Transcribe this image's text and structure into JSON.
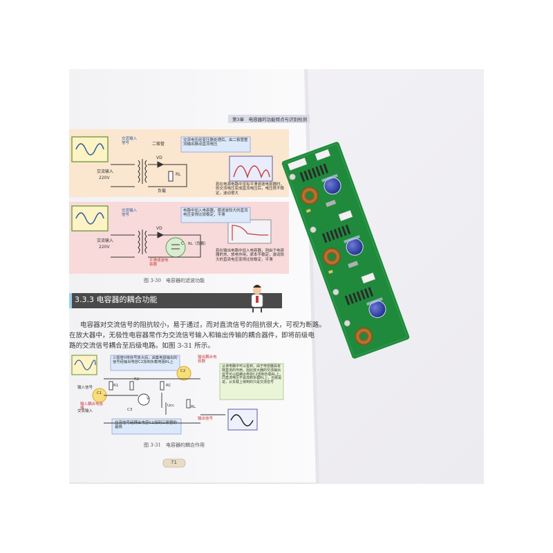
{
  "book": {
    "running_header": "第3章　电容器的功能特点与识别检测",
    "figure_330": {
      "caption": "图 3-30　电容器的滤波功能",
      "top": {
        "ac_input_label": "交流输入",
        "ac_input_voltage": "220V",
        "ac_signal_callout": "交流输入信号",
        "diode_label": "VD",
        "diode_callout": "二极管",
        "load_label": "RL",
        "load_callout": "负载",
        "rectify_callout": "交流电压经变压器处理后，由二极管整流输出脉动直流电压",
        "note": "若在电源电路中没有平滑滤波电容器时，则交流电压变成直流电压后，电压很不稳定，波动很大"
      },
      "bottom": {
        "ac_input_label": "交流输入",
        "ac_input_voltage": "220V",
        "ac_signal_callout": "交流输入信号",
        "diode_label": "VD",
        "load_label": "RL（负载）",
        "cap_label": "C",
        "cap_callout": "平滑滤波电容器",
        "filter_callout": "电路中加入电容器，使滤波较大的直流电压变得比较稳定，平滑",
        "note": "若在输出电路中加入电容器，则由于电容器的充、放电作用，原本不稳定，波动较大的直流电压变得比较稳定，平滑"
      }
    },
    "section": {
      "number": "3.3.3",
      "title": "电容器的耦合功能"
    },
    "paragraph_lines": [
      "电容器对交流信号的阻抗较小，易于通过，而对直流信号的阻抗很大，可视为断路。",
      "在放大器中，无极性电容器常作为交流信号输入和输出传输的耦合器件，即将前级电",
      "路的交流信号耦合至后级电路。如图 3-31 所示。"
    ],
    "figure_331": {
      "caption": "图 3-31　电容器的耦合作用",
      "transistor_callout": "三极管V将信号放大后，由集电极输出的信号经输出电容C2加到负载电阻RL上",
      "output_cap_callout": "输出耦合电容器",
      "input_signal": "输入信号",
      "input_cap_callout": "输入耦合电容器",
      "ac_input": "交流输入",
      "output_signal": "输出信号",
      "coupling_callout": "交流信号经耦合电容C1加到三极管的基极",
      "side_note": "从该电路中可以看到，由于电容器具有隔直流的作用，因此放大器的交流输出信号可以经耦合电容C2送到负载RL上，同直流电压不会加到负载RL上，也就是说，从负载上得到的只是交流信号",
      "labels": {
        "r1": "R1",
        "r2": "R2",
        "rc": "RC",
        "rl": "RL",
        "c1": "C1",
        "c2": "C2",
        "c3": "C3",
        "v": "V",
        "ucc": "Ucc"
      }
    },
    "page_number": "71"
  },
  "board": {
    "color": "#1f8a3c",
    "modules": 3
  },
  "colors": {
    "background": "#ffffff",
    "page": "#f7f6f8",
    "panel_top": "#fbe9d6",
    "panel_bottom": "#f9dede",
    "section_bar": "#4a4a4a",
    "callout_blue": "#dbe9fa",
    "pcb_green": "#1f8a3c"
  }
}
